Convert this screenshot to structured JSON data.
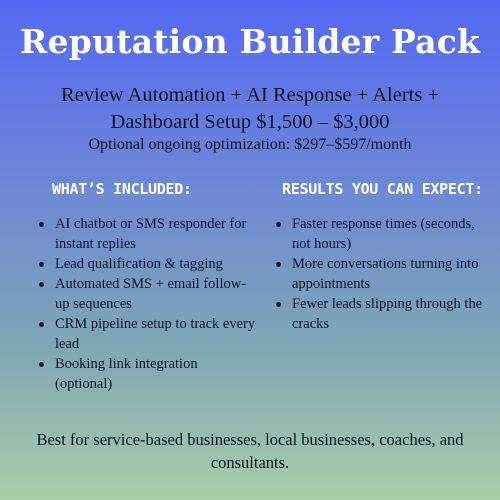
{
  "title": "Reputation Builder Pack",
  "subtitle": "Review Automation + AI Response + Alerts + Dashboard Setup $1,500 – $3,000",
  "optional": "Optional ongoing optimization: $297–$597/month",
  "included": {
    "heading": "WHAT’S INCLUDED:",
    "items": [
      "AI chatbot or SMS responder for instant replies",
      "Lead qualification & tagging",
      "Automated SMS + email follow-up sequences",
      "CRM pipeline setup to track every lead",
      "Booking link integration (optional)"
    ]
  },
  "results": {
    "heading": "RESULTS YOU CAN EXPECT:",
    "items": [
      "Faster response times (seconds, not hours)",
      "More conversations turning into appointments",
      "Fewer leads slipping through the cracks"
    ]
  },
  "footer": "Best for service-based businesses, local businesses, coaches, and consultants."
}
